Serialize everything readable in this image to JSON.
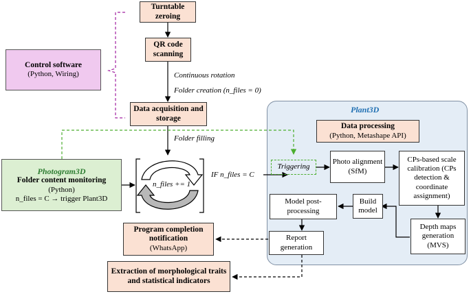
{
  "control_software": {
    "title": "Control software",
    "subtitle": "(Python, Wiring)"
  },
  "steps": {
    "turntable": "Turntable zeroing",
    "qr": "QR code scanning",
    "continuous_rotation": "Continuous rotation",
    "folder_creation": "Folder creation (n_files = 0)",
    "data_acquisition": "Data acquisition and storage",
    "folder_filling": "Folder filling",
    "loop_counter": "n_files += 1",
    "condition": "IF n_files = C"
  },
  "photogram3d": {
    "name": "Photogram3D",
    "title": "Folder content monitoring",
    "lang": "(Python)",
    "rule": "n_files = C → trigger Plant3D"
  },
  "plant3d": {
    "name": "Plant3D",
    "processing_title": "Data processing",
    "processing_sub": "(Python, Metashape API)",
    "triggering": "Triggering",
    "photo_alignment": "Photo alignment (SfM)",
    "cps_calibration": "CPs-based scale calibration (CPs detection & coordinate assignment)",
    "depth_maps": "Depth maps generation (MVS)",
    "build_model": "Build model",
    "post_processing": "Model post-processing",
    "report": "Report generation"
  },
  "outputs": {
    "completion_title": "Program completion notification",
    "completion_sub": "(WhatsApp)",
    "extraction": "Extraction of morphological traits and statistical indicators"
  },
  "colors": {
    "peach": "#fbe1d3",
    "control": "#f0c9ef",
    "photogram": "#dcefd2",
    "photogram_title": "#2e7d32",
    "plant3d_panel": "#e4edf6",
    "plant3d_title": "#1f6fb2",
    "dashed_green": "#4cae2f",
    "brace_purple": "#a020a0"
  }
}
